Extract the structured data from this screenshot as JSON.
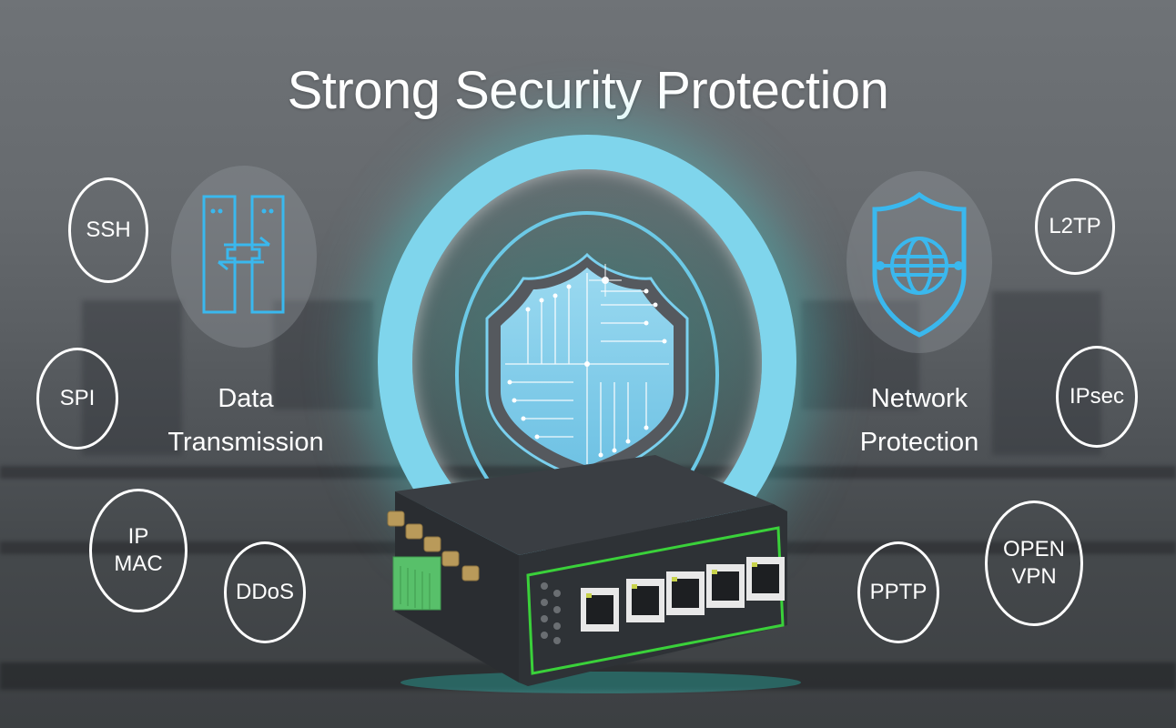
{
  "title": "Strong Security Protection",
  "features": {
    "left": {
      "label_line1": "Data",
      "label_line2": "Transmission",
      "icon": "data-transmission-icon"
    },
    "right": {
      "label_line1": "Network",
      "label_line2": "Protection",
      "icon": "shield-globe-icon"
    }
  },
  "badges": {
    "ssh": "SSH",
    "spi": "SPI",
    "ip_mac_line1": "IP",
    "ip_mac_line2": "MAC",
    "ddos": "DDoS",
    "l2tp": "L2TP",
    "ipsec": "IPsec",
    "pptp": "PPTP",
    "openvpn_line1": "OPEN",
    "openvpn_line2": "VPN"
  },
  "colors": {
    "icon_blue": "#3ab8ee",
    "ring_cyan": "#7fd5ec",
    "device_body": "#2e3236",
    "device_accent": "#3ad13a",
    "terminal_green": "#58c06a"
  },
  "device": {
    "ethernet_ports": 5,
    "antenna_connectors": 5
  }
}
